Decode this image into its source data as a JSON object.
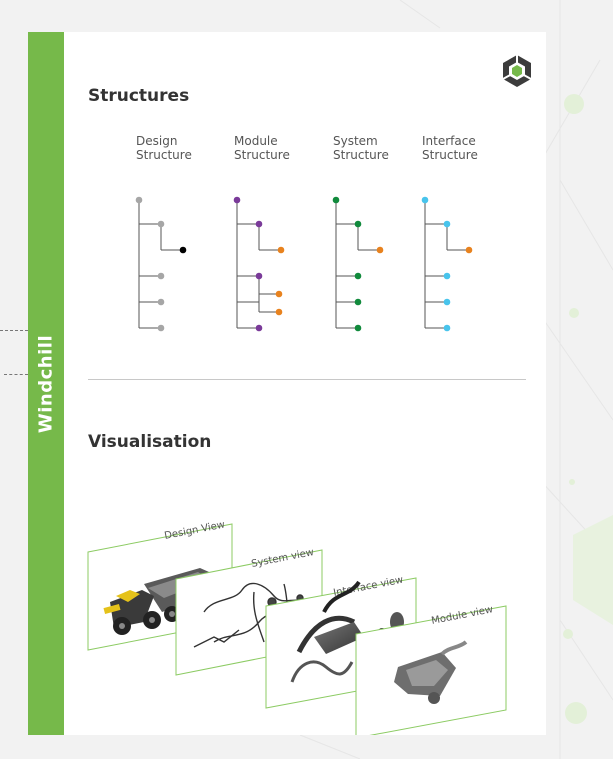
{
  "sidebar": {
    "label": "Windchill",
    "color": "#76b94a"
  },
  "logo": {
    "icon": "hexagon-logo-icon",
    "colors": [
      "#3c3c3c",
      "#76b94a"
    ]
  },
  "structures": {
    "title": "Structures",
    "columns": [
      {
        "line1": "Design",
        "line2": "Structure",
        "root_color": "#a6a6a6",
        "child_color": "#a6a6a6",
        "leaf_color": "#000000"
      },
      {
        "line1": "Module",
        "line2": "Structure",
        "root_color": "#7a3a99",
        "child_color": "#7a3a99",
        "leaf_color": "#e8821e"
      },
      {
        "line1": "System",
        "line2": "Structure",
        "root_color": "#118a3c",
        "child_color": "#118a3c",
        "leaf_color": "#e8821e"
      },
      {
        "line1": "Interface",
        "line2": "Structure",
        "root_color": "#48c4ec",
        "child_color": "#48c4ec",
        "leaf_color": "#e8821e"
      }
    ]
  },
  "visualisation": {
    "title": "Visualisation",
    "views": [
      {
        "label": "Design View"
      },
      {
        "label": "System view"
      },
      {
        "label": "Interface view"
      },
      {
        "label": "Module view"
      }
    ],
    "frame_color": "#76b94a"
  }
}
